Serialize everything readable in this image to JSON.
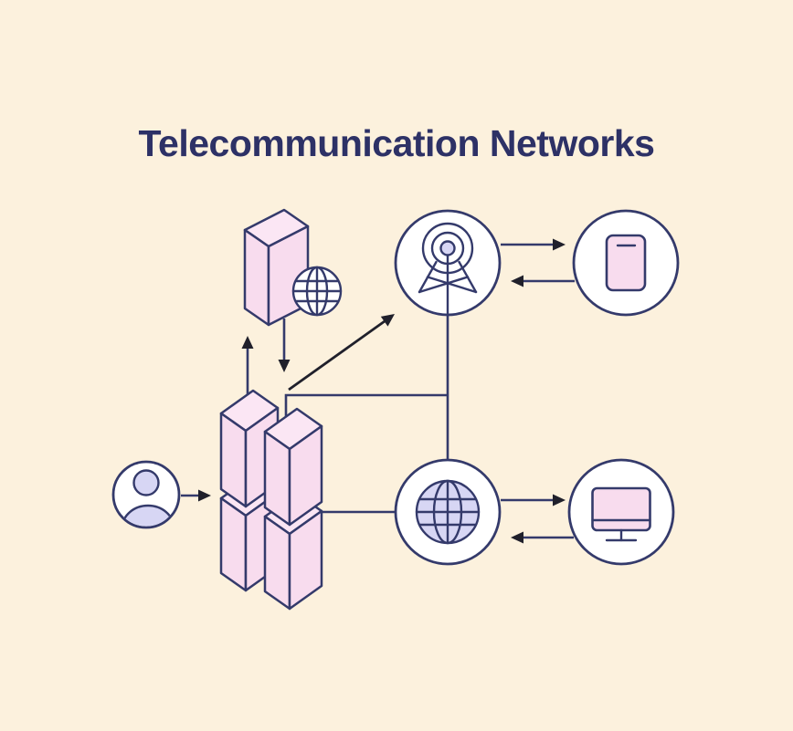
{
  "title": "Telecommunication Networks",
  "colors": {
    "background": "#FCF1DD",
    "titleColor": "#2D3166",
    "navy": "#343A6B",
    "ink": "#20202B",
    "pink": "#F8DCEE",
    "pinkLight": "#FBE6F4",
    "lavender": "#D7D6F4",
    "white": "#FFFFFF"
  },
  "nodes": [
    {
      "icon": "isometric-server-box-icon"
    },
    {
      "icon": "mini-globe-icon"
    },
    {
      "icon": "cell-tower-icon"
    },
    {
      "icon": "smartphone-icon"
    },
    {
      "icon": "data-towers-cluster-icon"
    },
    {
      "icon": "user-icon"
    },
    {
      "icon": "internet-globe-icon"
    },
    {
      "icon": "desktop-monitor-icon"
    }
  ],
  "edges": [
    {
      "from": "user",
      "to": "data-towers",
      "style": "arrow-right"
    },
    {
      "from": "data-towers",
      "to": "server-box",
      "style": "arrow-up"
    },
    {
      "from": "server-box",
      "to": "data-towers",
      "style": "arrow-down"
    },
    {
      "from": "data-towers",
      "to": "cell-tower",
      "style": "arrow-diagonal"
    },
    {
      "from": "data-towers",
      "to": "cell-tower",
      "style": "elbow-line"
    },
    {
      "from": "cell-tower",
      "to": "internet-globe",
      "style": "line"
    },
    {
      "from": "data-towers",
      "to": "internet-globe",
      "style": "line"
    },
    {
      "from": "cell-tower",
      "to": "smartphone",
      "style": "arrow-right"
    },
    {
      "from": "smartphone",
      "to": "cell-tower",
      "style": "arrow-left"
    },
    {
      "from": "internet-globe",
      "to": "monitor",
      "style": "arrow-right"
    },
    {
      "from": "monitor",
      "to": "internet-globe",
      "style": "arrow-left"
    }
  ]
}
